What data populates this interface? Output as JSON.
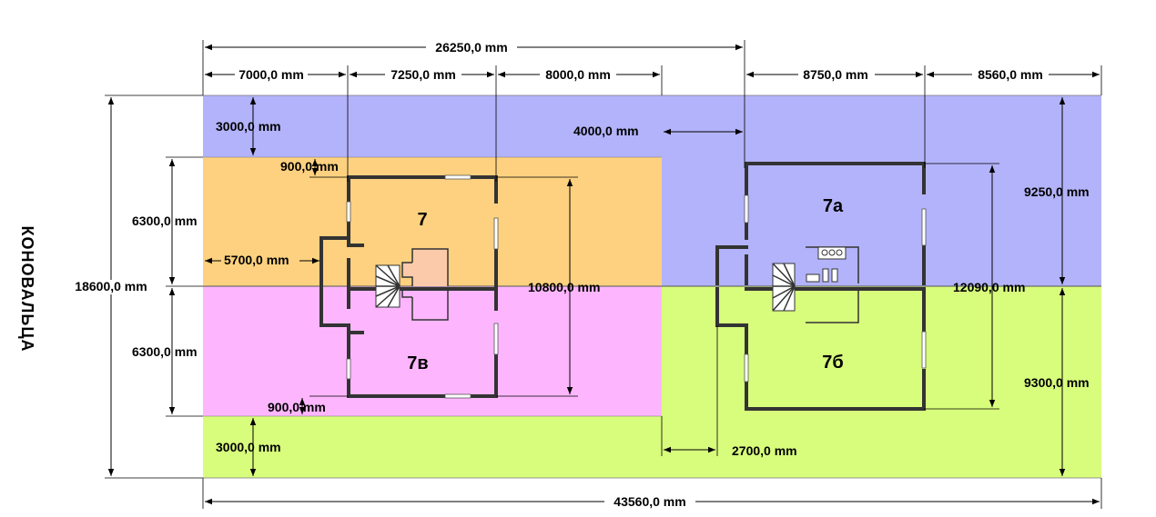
{
  "street_name": "КОНОВАЛЬЦА",
  "colors": {
    "zone_blue": "#b3b3fb",
    "zone_orange": "#fdd17f",
    "zone_pink": "#fdb6fd",
    "zone_green": "#d8fc7c",
    "kitchen_fill": "#fbcaaa"
  },
  "plots": {
    "p7": "7",
    "p7a": "7а",
    "p7b": "7б",
    "p7v": "7в"
  },
  "dimensions": {
    "total_top": "26250,0 mm",
    "top_seg1": "7000,0 mm",
    "top_seg2": "7250,0 mm",
    "top_seg3": "8000,0 mm",
    "top_seg4": "8750,0 mm",
    "top_seg5": "8560,0 mm",
    "bottom_total": "43560,0 mm",
    "left_total": "18600,0 mm",
    "left_upper": "6300,0 mm",
    "left_lower": "6300,0 mm",
    "setback_top": "3000,0 mm",
    "setback_bottom": "3000,0 mm",
    "gap_top": "900,0 mm",
    "gap_bottom": "900,0 mm",
    "inner_left": "5700,0 mm",
    "house_left_height": "10800,0 mm",
    "middle_gap": "4000,0 mm",
    "bottom_gap": "2700,0 mm",
    "house_right_height": "12090,0 mm",
    "right_upper": "9250,0 mm",
    "right_lower": "9300,0 mm"
  }
}
